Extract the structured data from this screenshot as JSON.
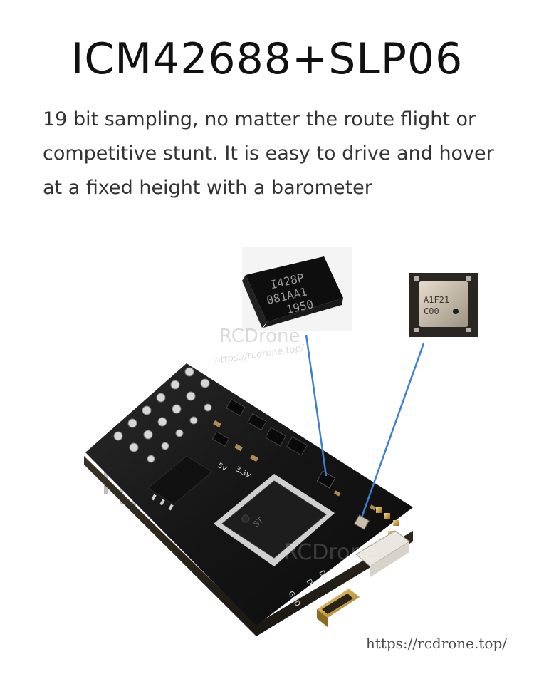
{
  "title": "ICM42688+SLP06",
  "description": "19 bit sampling, no matter the route flight or competitive stunt. It is easy to drive and hover at a fixed height with a barometer",
  "imu_chip": {
    "line1": "I428P",
    "line2": "081AA1",
    "line3": "1950"
  },
  "baro_chip": {
    "line1": "A1F21",
    "line2": "C00"
  },
  "watermark": {
    "brand": "RCDrone",
    "url": "https://rcdrone.top/"
  },
  "board_silkscreen": {
    "gnd": "GND",
    "d_minus": "D-",
    "d_plus": "D+",
    "v5": "5V",
    "v33": "3.3V"
  },
  "footer_url": "https://rcdrone.top/",
  "colors": {
    "board": "#161616",
    "leader_line": "#3d7fd0",
    "gold": "#c9a34a"
  }
}
